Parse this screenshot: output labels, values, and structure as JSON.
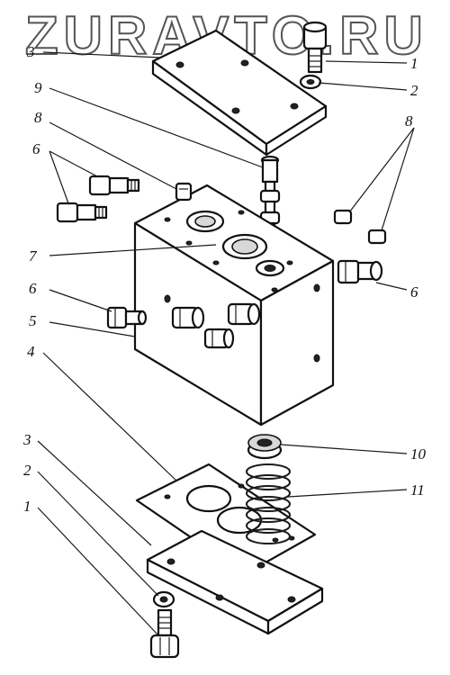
{
  "watermark": "ZURAVTO.RU",
  "labels": {
    "l1_top": "1",
    "l2_top": "2",
    "l3_top": "3",
    "l9": "9",
    "l8_left": "8",
    "l8_right": "8",
    "l6_topleft": "6",
    "l7": "7",
    "l6_left": "6",
    "l6_right": "6",
    "l5": "5",
    "l4": "4",
    "l10": "10",
    "l3_bottom": "3",
    "l11": "11",
    "l2_bottom": "2",
    "l1_bottom": "1"
  }
}
